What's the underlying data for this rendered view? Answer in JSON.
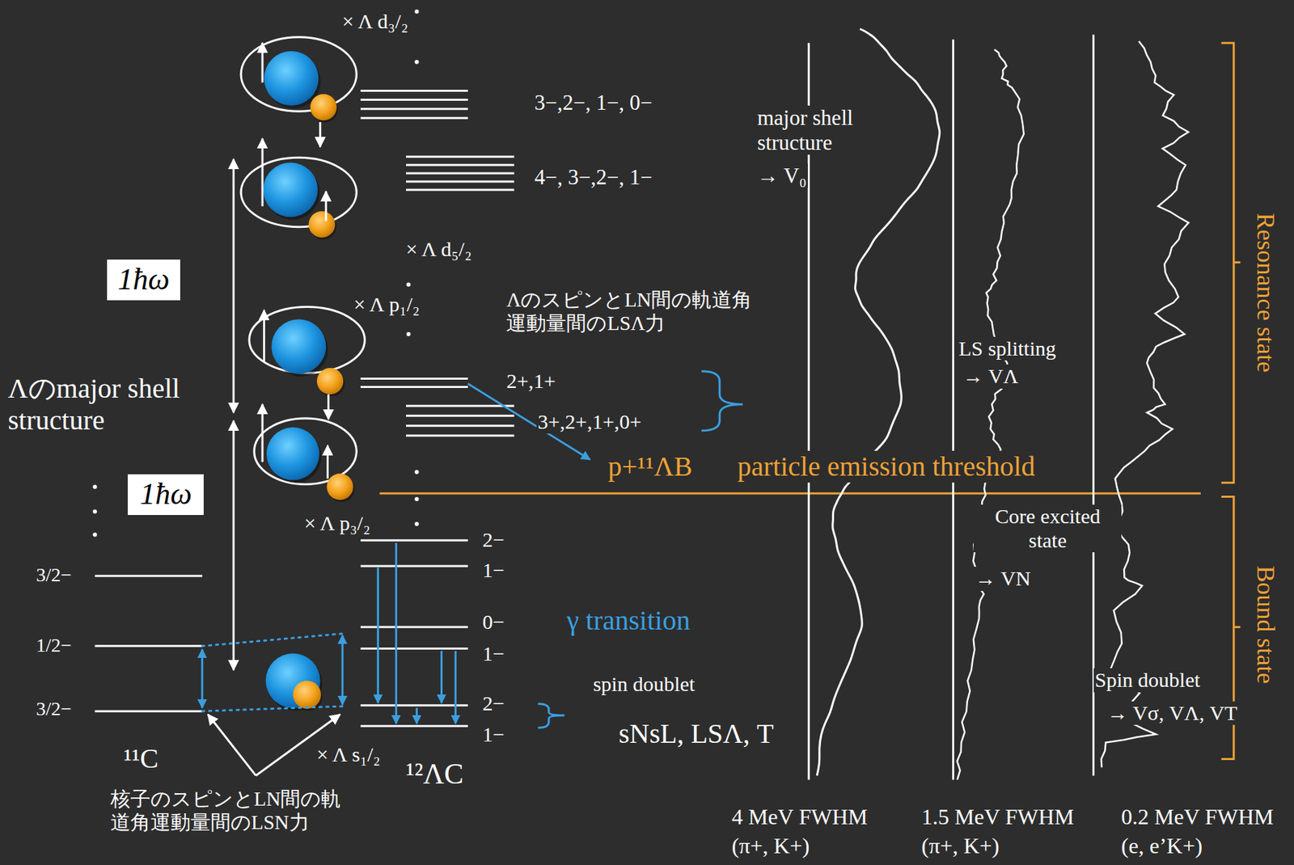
{
  "diagram": {
    "nodes": [
      {
        "text": [
          "1ħω"
        ]
      },
      {
        "text": [
          "1ħω"
        ]
      }
    ],
    "labels": [
      "× Λ d₃/₂",
      "3−,2−, 1−, 0−",
      "major shell structure",
      "→ V₀",
      "4−, 3−,2−, 1−",
      "× Λ d₅/₂",
      "× Λ p₁/₂",
      "ΛのスピンとLN間の軌道角運動量間のLSΛ力",
      "2+,1+",
      "3+,2+,1+,0+",
      "p+¹¹ΛB",
      "particle emission threshold",
      "× Λ p₃/₂",
      "2−",
      "1−",
      "0−",
      "γ transition",
      "1−",
      "spin doublet",
      "2−",
      "1−",
      "sNsL, LSΛ, T",
      "3/2−",
      "1/2−",
      "3/2−",
      "¹¹C",
      "× Λ s₁/₂",
      "¹²ΛC",
      "核子のスピンとLN間の軌道角運動量間のLSN力",
      "Λのmajor shell structure",
      "LS splitting",
      "→ VΛ",
      "Core excited state",
      "→ VN",
      "Spin doublet",
      "→ Vσ, VΛ, VT",
      "4 MeV FWHM",
      "(π+, K+)",
      "1.5 MeV FWHM",
      "(π+, K+)",
      "0.2 MeV FWHM",
      "(e, e’K+)",
      "Resonance state",
      "Bound state"
    ]
  }
}
